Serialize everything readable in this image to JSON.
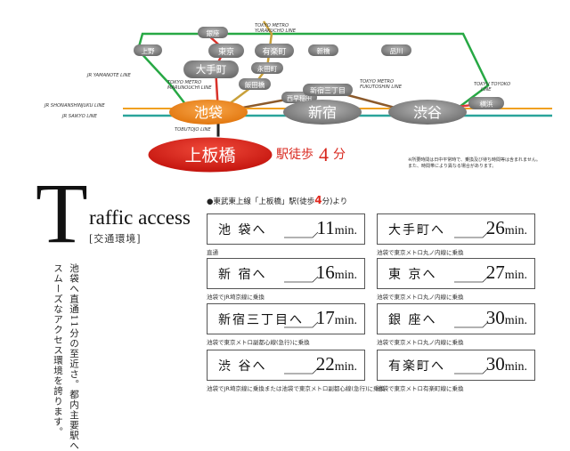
{
  "map": {
    "lines": {
      "jr_yamanote": "JR YAMANOTE LINE",
      "jr_shonan": "JR SHONANSHINJUKU LINE",
      "jr_saikyo": "JR SAIKYO LINE",
      "tobu_tojo": "TOBUTOJO LINE",
      "marunouchi": "TOKYO METRO\nMARUNOUCHI LINE",
      "yurakucho": "TOKYO METRO\nYURAKUCHO LINE",
      "fukutoshin": "TOKYO METRO\nFUKUTOSHIN LINE",
      "toyoko": "TOKYU TOYOKO\nLINE"
    },
    "stations": {
      "ginza": "銀座",
      "ueno": "上野",
      "tokyo": "東京",
      "yurakucho": "有楽町",
      "shimbashi": "新橋",
      "shinagawa": "品川",
      "otemachi": "大手町",
      "nagatacho": "永田町",
      "iidabashi": "飯田橋",
      "nishiwaseda": "西早稲田",
      "shinjuku3": "新宿三丁目",
      "ikebukuro": "池袋",
      "shinjuku": "新宿",
      "shibuya": "渋谷",
      "yokohama": "横浜"
    },
    "home_station": "上板橋",
    "walk_label": "駅徒歩",
    "walk_minutes": "4",
    "walk_unit": "分",
    "note_line1": "※所要時間は日中平常時で、乗換及び待ち時間等は含まれません。",
    "note_line2": "また、時間帯により異なる場合があります。"
  },
  "intro": {
    "big_letter": "T",
    "title_rest": "raffic access",
    "title_ja": "[交通環境]",
    "body_col1": "池袋へ直通11分の至近さ。都内主要駅へ",
    "body_col2": "スムーズなアクセス環境を誇ります。"
  },
  "table": {
    "header_pre": "●東武東上線「上板橋」駅(徒歩",
    "header_num": "4",
    "header_post": "分)より",
    "cards": [
      {
        "name": "池 袋へ",
        "minutes": "11",
        "unit": "min.",
        "note": "直通"
      },
      {
        "name": "大手町へ",
        "minutes": "26",
        "unit": "min.",
        "note": "池袋で東京メトロ丸ノ内線に乗換"
      },
      {
        "name": "新 宿へ",
        "minutes": "16",
        "unit": "min.",
        "note": "池袋でJR埼京線に乗換"
      },
      {
        "name": "東 京へ",
        "minutes": "27",
        "unit": "min.",
        "note": "池袋で東京メトロ丸ノ内線に乗換"
      },
      {
        "name": "新宿三丁目へ",
        "minutes": "17",
        "unit": "min.",
        "note": "池袋で東京メトロ副都心線(急行)に乗換"
      },
      {
        "name": "銀 座へ",
        "minutes": "30",
        "unit": "min.",
        "note": "池袋で東京メトロ丸ノ内線に乗換"
      },
      {
        "name": "渋 谷へ",
        "minutes": "22",
        "unit": "min.",
        "note": "池袋でJR埼京線に乗換または池袋で東京メトロ副都心線(急行)に乗換"
      },
      {
        "name": "有楽町へ",
        "minutes": "30",
        "unit": "min.",
        "note": "池袋で東京メトロ有楽町線に乗換"
      }
    ]
  }
}
